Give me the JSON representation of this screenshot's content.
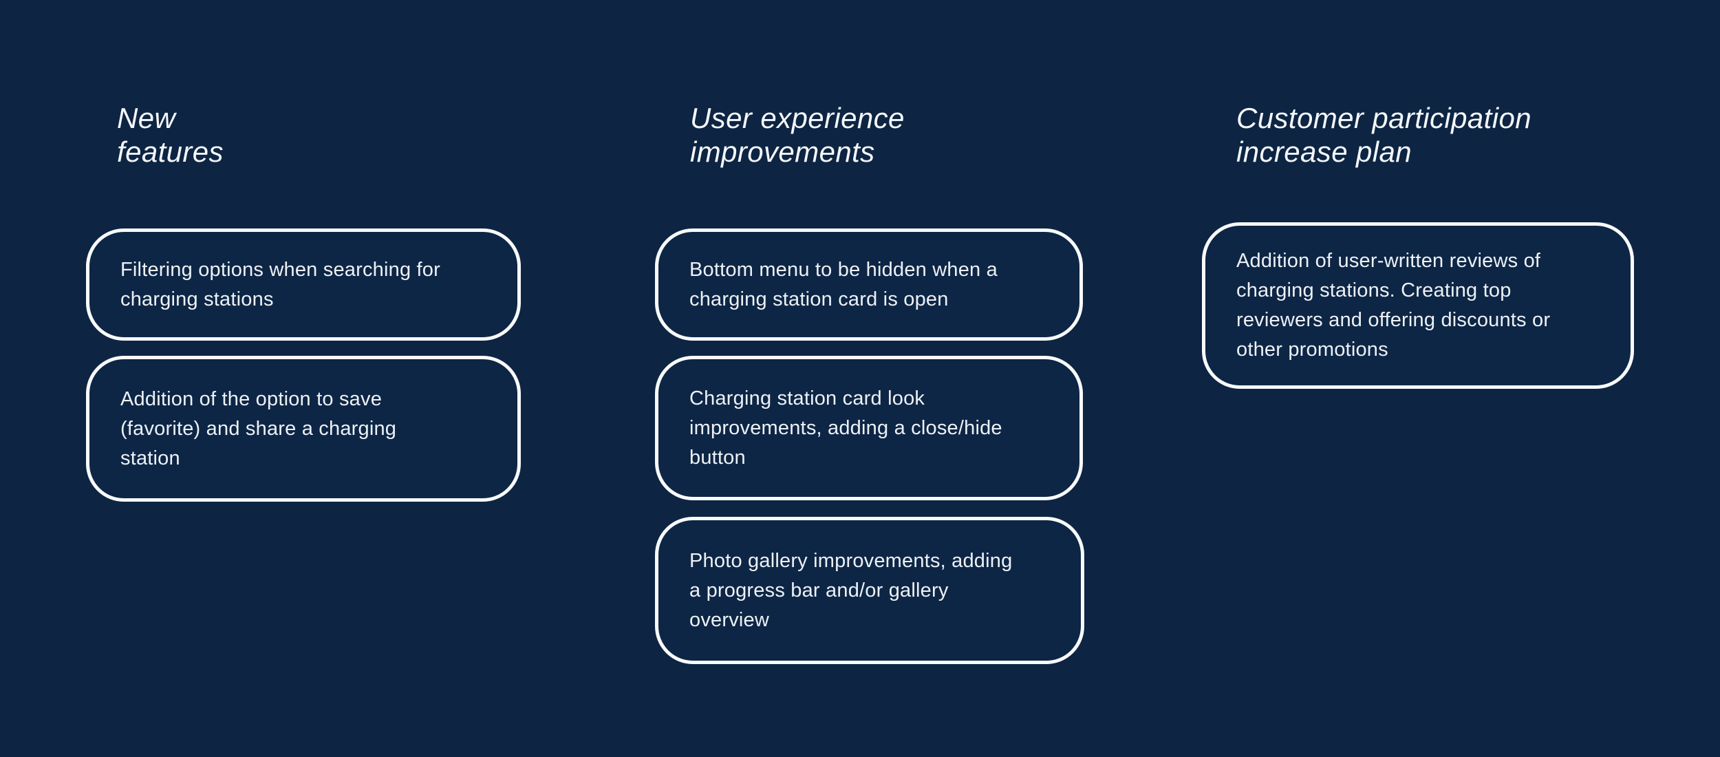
{
  "meta": {
    "background_color": "#0d2543",
    "card_border_color": "#f8fafc",
    "heading_color": "#f5f7fa",
    "body_text_color": "#edf1f5"
  },
  "columns": [
    {
      "id": "new-features",
      "heading": "New\nfeatures",
      "cards": [
        {
          "text": "Filtering options when searching for\ncharging stations"
        },
        {
          "text": "Addition of the option to save\n(favorite) and share a charging\nstation"
        }
      ]
    },
    {
      "id": "user-experience-improvements",
      "heading": "User experience\nimprovements",
      "cards": [
        {
          "text": "Bottom menu to be hidden when a\ncharging station card is open"
        },
        {
          "text": "Charging station card look\nimprovements, adding a close/hide\nbutton"
        },
        {
          "text": "Photo gallery improvements, adding\na progress bar and/or gallery\noverview"
        }
      ]
    },
    {
      "id": "customer-participation-increase-plan",
      "heading": "Customer participation\nincrease plan",
      "cards": [
        {
          "text": "Addition of user-written reviews of\ncharging stations. Creating top\nreviewers and offering discounts or\nother promotions"
        }
      ]
    }
  ]
}
